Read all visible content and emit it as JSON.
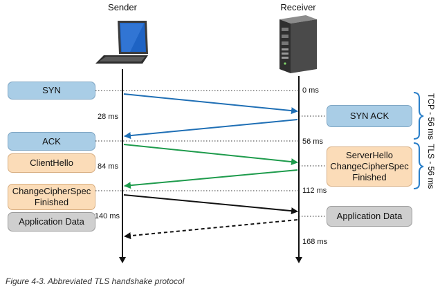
{
  "parties": {
    "sender": "Sender",
    "receiver": "Receiver"
  },
  "sender_boxes": {
    "syn": [
      "SYN"
    ],
    "ack": [
      "ACK"
    ],
    "client_hello": [
      "ClientHello"
    ],
    "change_cipher": [
      "ChangeCipherSpec",
      "Finished"
    ],
    "app_data": [
      "Application Data"
    ]
  },
  "receiver_boxes": {
    "syn_ack": [
      "SYN ACK"
    ],
    "server_hello": [
      "ServerHello",
      "ChangeCipherSpec",
      "Finished"
    ],
    "app_data": [
      "Application Data"
    ]
  },
  "timestamps": {
    "t0": "0 ms",
    "t28": "28 ms",
    "t56": "56 ms",
    "t84": "84 ms",
    "t112": "112 ms",
    "t140": "140 ms",
    "t168": "168 ms"
  },
  "braces": {
    "tcp": "TCP - 56 ms",
    "tls": "TLS - 56 ms"
  },
  "caption": "Figure 4-3. Abbreviated TLS handshake protocol",
  "colors": {
    "tcp_arrow": "#1f6fb5",
    "tls_arrow": "#1e9b4c",
    "data_arrow": "#111111",
    "brace": "#2a7fc9"
  },
  "icons": {
    "sender": "laptop-icon",
    "receiver": "server-icon"
  }
}
